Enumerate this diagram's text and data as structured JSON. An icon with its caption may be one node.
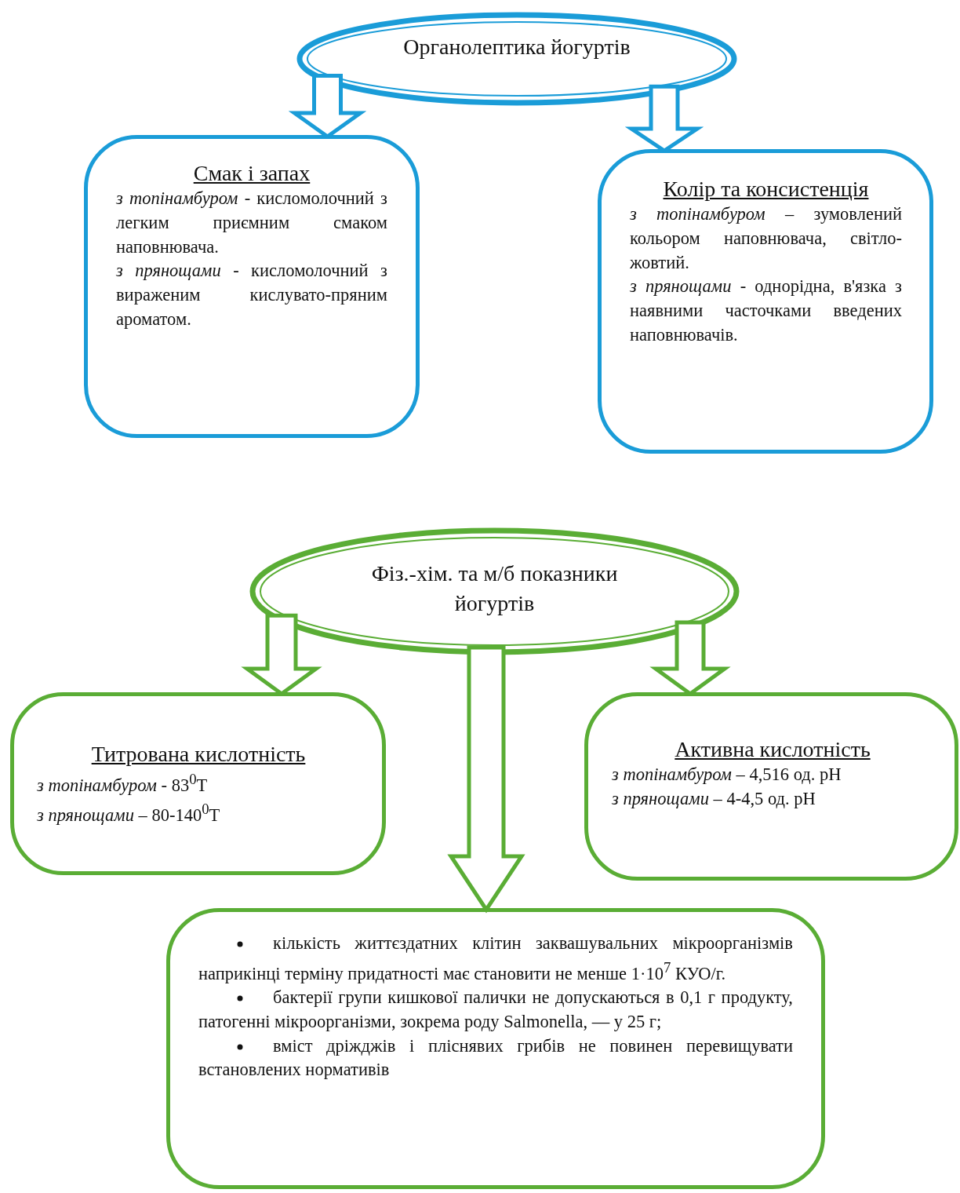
{
  "diagram": {
    "nodes": [
      {
        "text": [
          "Органолептика йогуртів"
        ]
      },
      {
        "text": [
          "Смак і запах",
          "*з топінамбуром* - кисломолочний з легким приємним смаком наповнювача.",
          "*з прянощами* - кисломолочний з вираженим кислувато-пряним ароматом."
        ]
      },
      {
        "text": [
          "Колір та консистенція",
          "*з топінамбуром* – зумовлений кольором наповнювача, світло-жовтий.",
          "*з прянощами* - однорідна, в'язка з наявними часточками введених наповнювачів."
        ]
      },
      {
        "text": [
          "Фіз.-хім. та м/б показники йогуртів"
        ]
      },
      {
        "text": [
          "Титрована кислотність",
          "*з топінамбуром* -  83$^{0}$Т",
          "*з прянощами* – 80-140$^{0}$Т"
        ]
      },
      {
        "text": [
          "Активна кислотність",
          "*з топінамбуром* – 4,516 од. pH",
          "*з прянощами* – 4-4,5 од. pH"
        ]
      },
      {
        "text": [
          "кількість життєздатних клітин заквашувальних мікроорганізмів наприкінці терміну придатності має становити не менше 1·10$^{7}$ КУО/г.",
          "бактерії групи кишкової палички не допускаються в 0,1 г продукту, патогенні мікроорганізми, зокрема роду Salmonella, — у 25 г;",
          "вміст дріжджів і пліснявих грибів не повинен перевищувати встановлених нормативів"
        ]
      }
    ],
    "edges": [
      {
        "from": 0,
        "to": 1,
        "arrow": "to",
        "color": "#1a9cd8"
      },
      {
        "from": 0,
        "to": 2,
        "arrow": "to",
        "color": "#1a9cd8"
      },
      {
        "from": 3,
        "to": 4,
        "arrow": "to"
      },
      {
        "from": 3,
        "to": 5,
        "arrow": "to"
      },
      {
        "from": 3,
        "to": 6,
        "arrow": "to"
      }
    ]
  }
}
